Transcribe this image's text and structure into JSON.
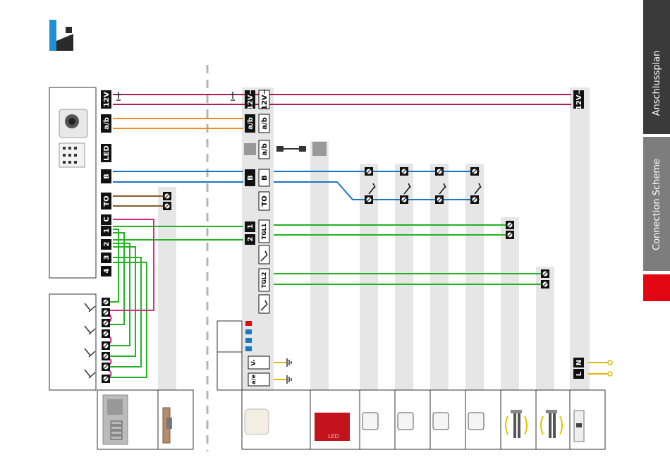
{
  "tabs": {
    "anschlussplan": "Anschlussplan",
    "connection_scheme": "Connection Scheme"
  },
  "colors": {
    "power": "#b01a55",
    "ab": "#f08a24",
    "bus": "#1b76c2",
    "to": "#8a5a2a",
    "green": "#22b422",
    "pink": "#d42a88",
    "tab_dark": "#3a3a3a",
    "tab_gray": "#7d7d7d",
    "tab_red": "#e30613",
    "column": "#e6e6e6"
  },
  "left_unit_terminals": {
    "t12v": "12V",
    "tab": "a/b",
    "tled": "LED",
    "tb": "B",
    "tto": "TO",
    "tc": "C",
    "t1": "1",
    "t2": "2",
    "t3": "3",
    "t4": "4"
  },
  "center_unit_terminals": {
    "t12v_a": "12V~",
    "t12v_b": "12V~",
    "tab_a": "a/b",
    "tab_b": "a/b",
    "tab_c": "a/b",
    "tb_a": "B",
    "tb_b": "B",
    "tto": "TO",
    "t1": "1",
    "t2": "2",
    "ttgl1": "TGL1",
    "ttgl2": "TGL2",
    "tvminus": "V-",
    "tab_earth": "a/e"
  },
  "right_unit_terminals": {
    "t12v": "12V~",
    "tn": "N",
    "tl": "L"
  },
  "screw_symbol": "⊘",
  "device_panel_text": "LED"
}
